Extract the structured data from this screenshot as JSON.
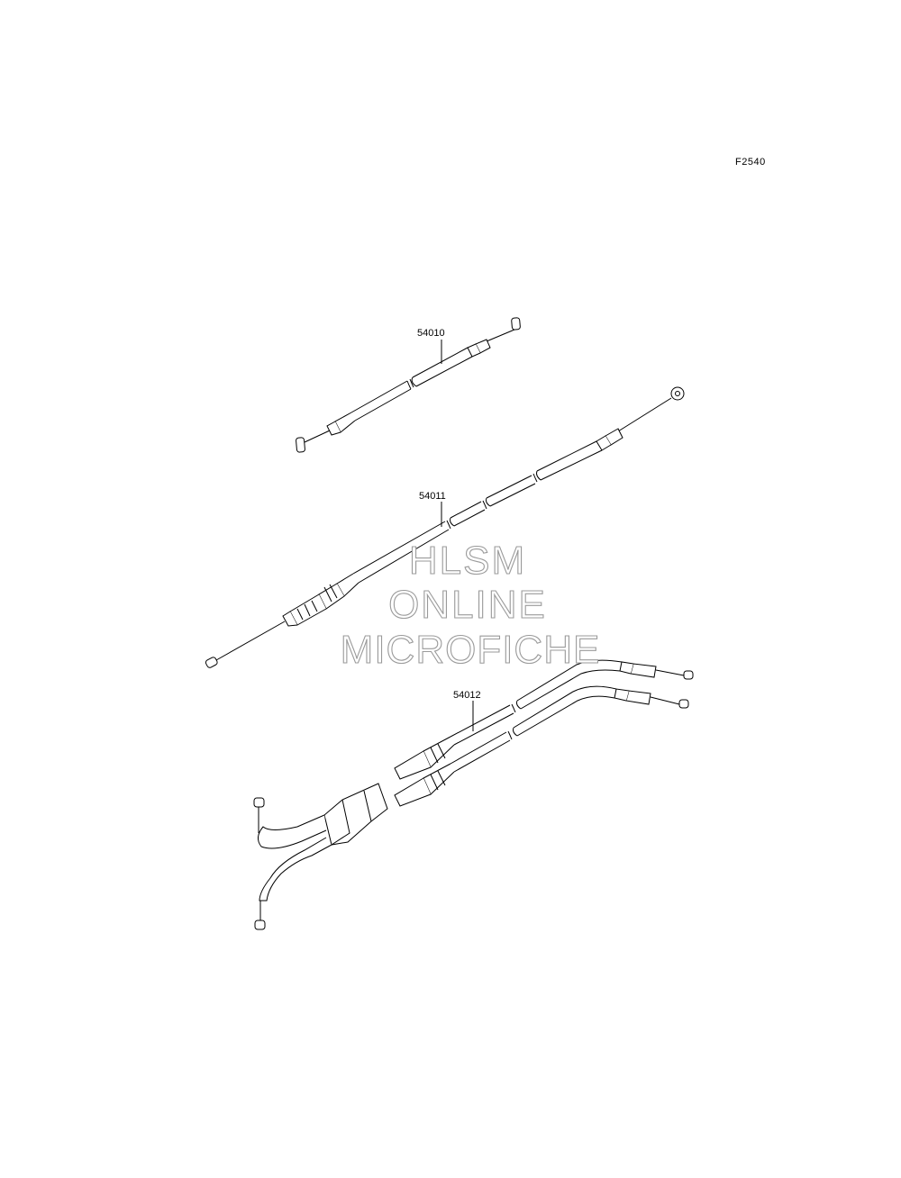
{
  "figure": {
    "code": "F2540"
  },
  "parts": [
    {
      "number": "54010"
    },
    {
      "number": "54011"
    },
    {
      "number": "54012"
    }
  ],
  "watermark": {
    "line1": "HLSM",
    "line2": "ONLINE",
    "line3": "MICROFICHE",
    "stroke_color": "#9a9a9a"
  },
  "colors": {
    "line": "#000000",
    "background": "#ffffff"
  }
}
